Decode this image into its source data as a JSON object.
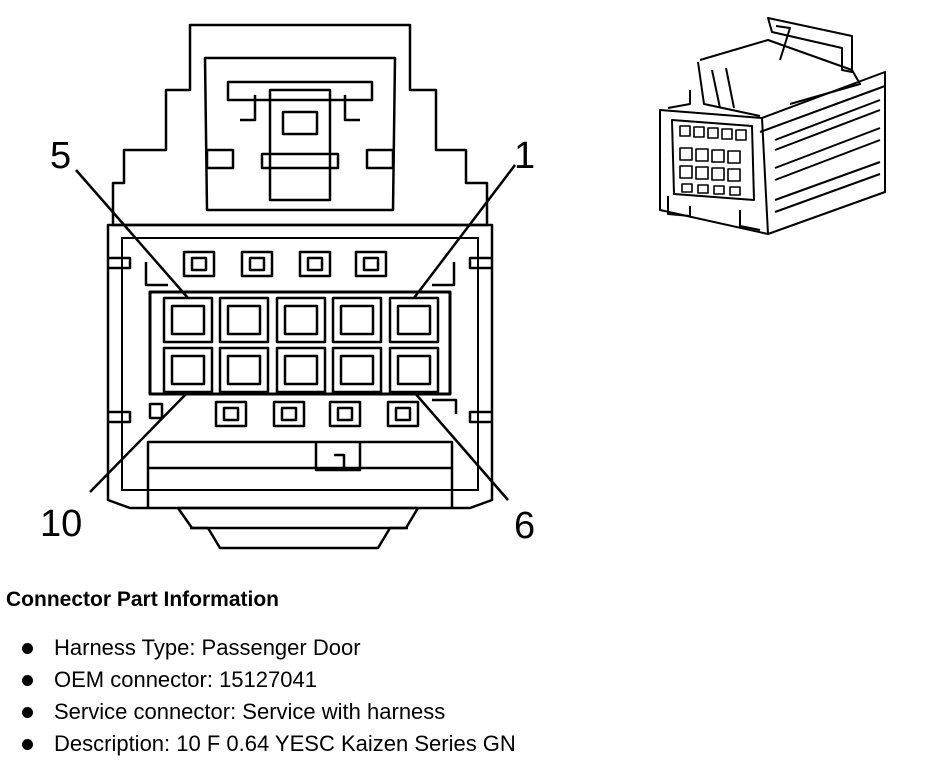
{
  "pin_labels": {
    "top_left": "5",
    "top_right": "1",
    "bottom_left": "10",
    "bottom_right": "6"
  },
  "info": {
    "heading": "Connector Part Information",
    "items": [
      {
        "label": "Harness Type: Passenger Door"
      },
      {
        "label": "OEM connector: 15127041"
      },
      {
        "label": "Service connector: Service with harness"
      },
      {
        "label": "Description: 10 F 0.64 YESC Kaizen Series GN"
      }
    ]
  },
  "colors": {
    "ink": "#000000",
    "background": "#ffffff"
  }
}
